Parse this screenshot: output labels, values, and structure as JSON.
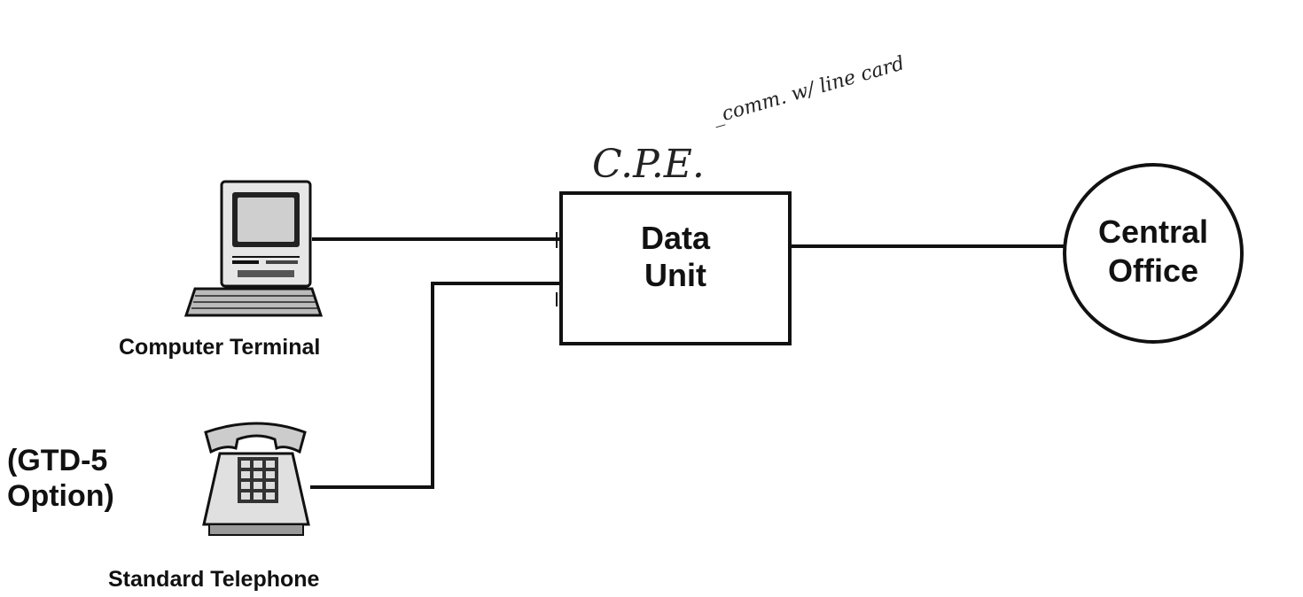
{
  "nodes": {
    "computer_terminal": {
      "label": "Computer Terminal",
      "icon": "computer-terminal-icon"
    },
    "standard_telephone": {
      "label": "Standard Telephone",
      "icon": "telephone-icon"
    },
    "data_unit": {
      "line1": "Data",
      "line2": "Unit"
    },
    "central_office": {
      "line1": "Central",
      "line2": "Office"
    }
  },
  "option_note": {
    "line1": "(GTD-5",
    "line2": "Option)"
  },
  "handwritten": {
    "cpe": "C.P.E.",
    "comment": "_comm. w/ line card"
  },
  "colors": {
    "ink": "#111111",
    "background": "#ffffff"
  }
}
